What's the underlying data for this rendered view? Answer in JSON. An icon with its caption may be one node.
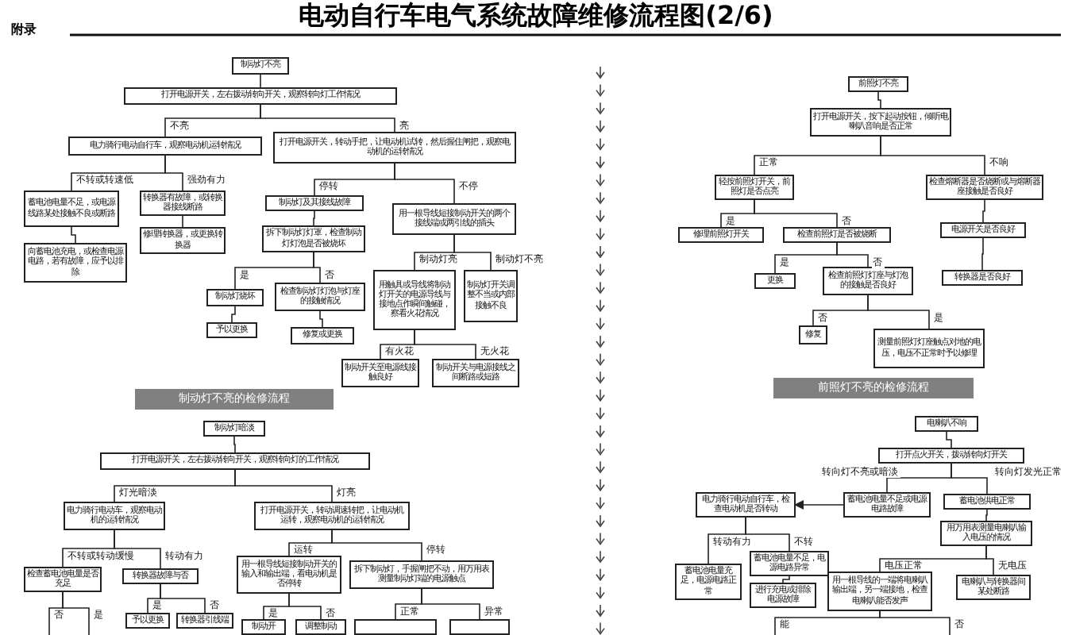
{
  "diagram": {
    "title": "电动自行车电气系统故障维修流程图(2/6)",
    "nodes": [
      {
        "text": [
          "制动灯不亮"
        ]
      },
      {
        "text": [
          "打开电源开关，左右拨动转向开关，观察转向灯工作情况"
        ]
      },
      {
        "text": [
          "电力骑行电动自行车，观察电动机运转情况"
        ]
      },
      {
        "text": [
          "打开电源开关，转动手把，让电动机试转，然后握住闸把，观察电动机的运转情况"
        ]
      },
      {
        "text": [
          "蓄电池电量不足，或电源线路某处接触不良或断路"
        ]
      },
      {
        "text": [
          "转换器有故障，或转换器接线断路"
        ]
      },
      {
        "text": [
          "修理转换器，或更换转换器"
        ]
      },
      {
        "text": [
          "向蓄电池充电，或检查电源电路，若有故障，应予以排除"
        ]
      },
      {
        "text": [
          "制动灯及其接线故障"
        ]
      },
      {
        "text": [
          "用一根导线短接制动开关的两个接线端或两引线的插头"
        ]
      },
      {
        "text": [
          "拆下制动灯灯罩，检查制动灯灯泡是否被烧坏"
        ]
      },
      {
        "text": [
          "制动灯烧坏"
        ]
      },
      {
        "text": [
          "检查制动灯灯泡与灯座的接触情况"
        ]
      },
      {
        "text": [
          "予以更换"
        ]
      },
      {
        "text": [
          "修复或更换"
        ]
      },
      {
        "text": [
          "用触具或导线将制动灯开关的电源导线与接地点作瞬间触碰，察看火花情况"
        ]
      },
      {
        "text": [
          "制动灯开关调整不当或内部接触不良"
        ]
      },
      {
        "text": [
          "制动开关至电源线接触良好"
        ]
      },
      {
        "text": [
          "制动开关与电源接线之间断路或短路"
        ]
      },
      {
        "text": [
          "制动灯不亮的检修流程"
        ]
      },
      {
        "text": [
          "制动灯暗淡"
        ]
      },
      {
        "text": [
          "打开电源开关，左右拨动转向开关，观察转向灯的工作情况"
        ]
      },
      {
        "text": [
          "电力骑行电动车，观察电动机的运转情况"
        ]
      },
      {
        "text": [
          "打开电源开关，转动调速转把，让电动机运转，观察电动机的运转情况"
        ]
      },
      {
        "text": [
          "检查蓄电池电量是否充足"
        ]
      },
      {
        "text": [
          "转换器故障与否"
        ]
      },
      {
        "text": [
          "予以更换"
        ]
      },
      {
        "text": [
          "转换器引线端"
        ]
      },
      {
        "text": [
          "用一根导线短接制动开关的输入和输出端，看电动机是否停转"
        ]
      },
      {
        "text": [
          "拆下制动灯，手握闸把不动，用万用表测量制动灯端的电源触点"
        ]
      },
      {
        "text": [
          "制动开"
        ]
      },
      {
        "text": [
          "调整制动"
        ]
      },
      {
        "text": [],
        "shape": "box"
      },
      {
        "text": [],
        "shape": "box"
      },
      {
        "text": [
          "前照灯不亮"
        ]
      },
      {
        "text": [
          "打开电源开关，按下起动按钮，倾听电喇叭音响是否正常"
        ]
      },
      {
        "text": [
          "轻按前照灯开关，前照灯是否点亮"
        ]
      },
      {
        "text": [
          "检查熔断器是否烧断或与熔断器座接触是否良好"
        ]
      },
      {
        "text": [
          "修理前照灯开关"
        ]
      },
      {
        "text": [
          "检查前照灯是否被烧断"
        ]
      },
      {
        "text": [
          "电源开关是否良好"
        ]
      },
      {
        "text": [
          "转换器是否良好"
        ]
      },
      {
        "text": [
          "更换"
        ]
      },
      {
        "text": [
          "检查前照灯灯座与灯泡的接触是否良好"
        ]
      },
      {
        "text": [
          "修复"
        ]
      },
      {
        "text": [
          "测量前照灯灯座触点对地的电压，电压不正常时予以修理"
        ]
      },
      {
        "text": [
          "前照灯不亮的检修流程"
        ]
      },
      {
        "text": [
          "电喇叭不响"
        ]
      },
      {
        "text": [
          "打开点火开关，拨动转向灯开关"
        ]
      },
      {
        "text": [
          "蓄电池电量不足或电源电路故障"
        ]
      },
      {
        "text": [
          "蓄电池供电正常"
        ]
      },
      {
        "text": [
          "电力骑行电动自行车，检查电动机是否转动"
        ]
      },
      {
        "text": [
          "蓄电池电量充足，电源电路正常"
        ]
      },
      {
        "text": [
          "蓄电池电量不足，电源电路异常"
        ]
      },
      {
        "text": [
          "进行充电或排除电源故障"
        ]
      },
      {
        "text": [
          "用万用表测量电喇叭输入电压的情况"
        ]
      },
      {
        "text": [
          "用一根导线的一端将电喇叭输出端，另一端接地，检查电喇叭能否发声"
        ]
      },
      {
        "text": [
          "电喇叭与转换器间某处断路"
        ]
      }
    ],
    "edges": [
      {
        "from": 0,
        "to": 1,
        "arrow": "none"
      },
      {
        "from": 1,
        "to": 2,
        "arrow": "none",
        "label": "不亮"
      },
      {
        "from": 1,
        "to": 3,
        "arrow": "none",
        "label": "亮"
      },
      {
        "from": 2,
        "to": 4,
        "arrow": "none",
        "label": "不转或转速低"
      },
      {
        "from": 2,
        "to": 5,
        "arrow": "none",
        "label": "强劲有力"
      },
      {
        "from": 5,
        "to": 6,
        "arrow": "none"
      },
      {
        "from": 4,
        "to": 7,
        "arrow": "none"
      },
      {
        "from": 3,
        "to": 8,
        "arrow": "none",
        "label": "停转"
      },
      {
        "from": 3,
        "to": 9,
        "arrow": "none",
        "label": "不停"
      },
      {
        "from": 8,
        "to": 10,
        "arrow": "none"
      },
      {
        "from": 10,
        "to": 11,
        "arrow": "none",
        "label": "是"
      },
      {
        "from": 10,
        "to": 12,
        "arrow": "none",
        "label": "否"
      },
      {
        "from": 11,
        "to": 13,
        "arrow": "none"
      },
      {
        "from": 12,
        "to": 14,
        "arrow": "none"
      },
      {
        "from": 9,
        "to": 15,
        "arrow": "none",
        "label": "制动灯亮"
      },
      {
        "from": 9,
        "to": 16,
        "arrow": "none",
        "label": "制动灯不亮"
      },
      {
        "from": 15,
        "to": 17,
        "arrow": "none",
        "label": "有火花"
      },
      {
        "from": 15,
        "to": 18,
        "arrow": "none",
        "label": "无火花"
      },
      {
        "from": 20,
        "to": 21,
        "arrow": "none"
      },
      {
        "from": 21,
        "to": 22,
        "arrow": "none",
        "label": "灯光暗淡"
      },
      {
        "from": 21,
        "to": 23,
        "arrow": "none",
        "label": "灯亮"
      },
      {
        "from": 22,
        "to": 24,
        "arrow": "none",
        "label": "不转或转动缓慢"
      },
      {
        "from": 22,
        "to": 25,
        "arrow": "none",
        "label": "转动有力"
      },
      {
        "from": 25,
        "to": 26,
        "arrow": "none",
        "label": "是"
      },
      {
        "from": 25,
        "to": 27,
        "arrow": "none",
        "label": "否"
      },
      {
        "from": 24,
        "to": null,
        "arrow": "none",
        "label": "否"
      },
      {
        "from": 24,
        "to": null,
        "arrow": "none",
        "label": "是"
      },
      {
        "from": 23,
        "to": 28,
        "arrow": "none",
        "label": "运转"
      },
      {
        "from": 23,
        "to": 29,
        "arrow": "none",
        "label": "停转"
      },
      {
        "from": 28,
        "to": 30,
        "arrow": "none",
        "label": "是"
      },
      {
        "from": 28,
        "to": 31,
        "arrow": "none",
        "label": "否"
      },
      {
        "from": 29,
        "to": 32,
        "arrow": "none",
        "label": "正常"
      },
      {
        "from": 29,
        "to": 33,
        "arrow": "none",
        "label": "异常"
      },
      {
        "from": 34,
        "to": 35,
        "arrow": "none"
      },
      {
        "from": 35,
        "to": 36,
        "arrow": "none",
        "label": "正常"
      },
      {
        "from": 35,
        "to": 37,
        "arrow": "none",
        "label": "不响"
      },
      {
        "from": 36,
        "to": 38,
        "arrow": "none",
        "label": "是"
      },
      {
        "from": 36,
        "to": 39,
        "arrow": "none",
        "label": "否"
      },
      {
        "from": 37,
        "to": 40,
        "arrow": "none"
      },
      {
        "from": 40,
        "to": 41,
        "arrow": "none"
      },
      {
        "from": 39,
        "to": 42,
        "arrow": "none",
        "label": "是"
      },
      {
        "from": 39,
        "to": 43,
        "arrow": "none",
        "label": "否"
      },
      {
        "from": 43,
        "to": 44,
        "arrow": "none",
        "label": "否"
      },
      {
        "from": 43,
        "to": 45,
        "arrow": "none",
        "label": "是"
      },
      {
        "from": 47,
        "to": 48,
        "arrow": "none"
      },
      {
        "from": 48,
        "to": 49,
        "arrow": "none",
        "label": "转向灯不亮或暗淡"
      },
      {
        "from": 48,
        "to": 50,
        "arrow": "none",
        "label": "转向灯发光正常"
      },
      {
        "from": 49,
        "to": 51,
        "arrow": "to"
      },
      {
        "from": 51,
        "to": 52,
        "arrow": "none",
        "label": "转动有力"
      },
      {
        "from": 51,
        "to": 53,
        "arrow": "none",
        "label": "不转"
      },
      {
        "from": 53,
        "to": 54,
        "arrow": "none"
      },
      {
        "from": 50,
        "to": 55,
        "arrow": "none"
      },
      {
        "from": 55,
        "to": 56,
        "arrow": "none",
        "label": "电压正常"
      },
      {
        "from": 55,
        "to": 57,
        "arrow": "none",
        "label": "无电压"
      },
      {
        "from": 56,
        "to": null,
        "arrow": "none",
        "label": "能"
      },
      {
        "from": 56,
        "to": null,
        "arrow": "none",
        "label": "否"
      }
    ],
    "labels": [
      "附录"
    ]
  }
}
